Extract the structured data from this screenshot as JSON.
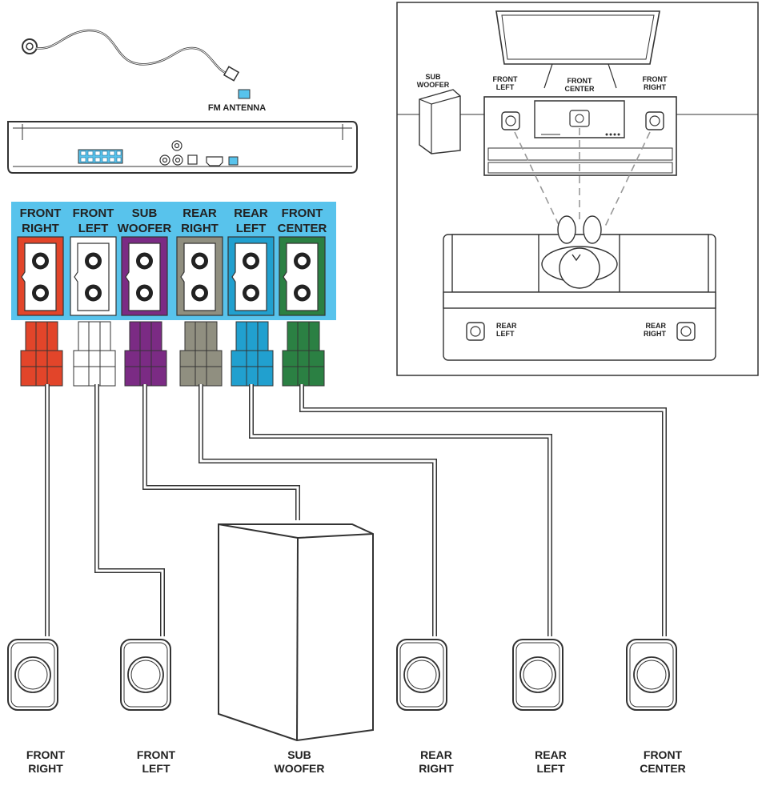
{
  "antenna": {
    "label": "FM ANTENNA"
  },
  "panel": {
    "bg_color": "#58c3ec",
    "channels": [
      {
        "line1": "FRONT",
        "line2": "RIGHT",
        "color": "#e2452a"
      },
      {
        "line1": "FRONT",
        "line2": "LEFT",
        "color": "#ffffff"
      },
      {
        "line1": "SUB",
        "line2": "WOOFER",
        "color": "#7b2b84"
      },
      {
        "line1": "REAR",
        "line2": "RIGHT",
        "color": "#908f80"
      },
      {
        "line1": "REAR",
        "line2": "LEFT",
        "color": "#21a0cf"
      },
      {
        "line1": "FRONT",
        "line2": "CENTER",
        "color": "#2b8043"
      }
    ]
  },
  "speakers": [
    {
      "line1": "FRONT",
      "line2": "RIGHT"
    },
    {
      "line1": "FRONT",
      "line2": "LEFT"
    },
    {
      "line1": "SUB",
      "line2": "WOOFER"
    },
    {
      "line1": "REAR",
      "line2": "RIGHT"
    },
    {
      "line1": "REAR",
      "line2": "LEFT"
    },
    {
      "line1": "FRONT",
      "line2": "CENTER"
    }
  ],
  "room": {
    "subwoofer": {
      "line1": "SUB",
      "line2": "WOOFER"
    },
    "front_left": {
      "line1": "FRONT",
      "line2": "LEFT"
    },
    "front_center": {
      "line1": "FRONT",
      "line2": "CENTER"
    },
    "front_right": {
      "line1": "FRONT",
      "line2": "RIGHT"
    },
    "rear_left": {
      "line1": "REAR",
      "line2": "LEFT"
    },
    "rear_right": {
      "line1": "REAR",
      "line2": "RIGHT"
    }
  }
}
